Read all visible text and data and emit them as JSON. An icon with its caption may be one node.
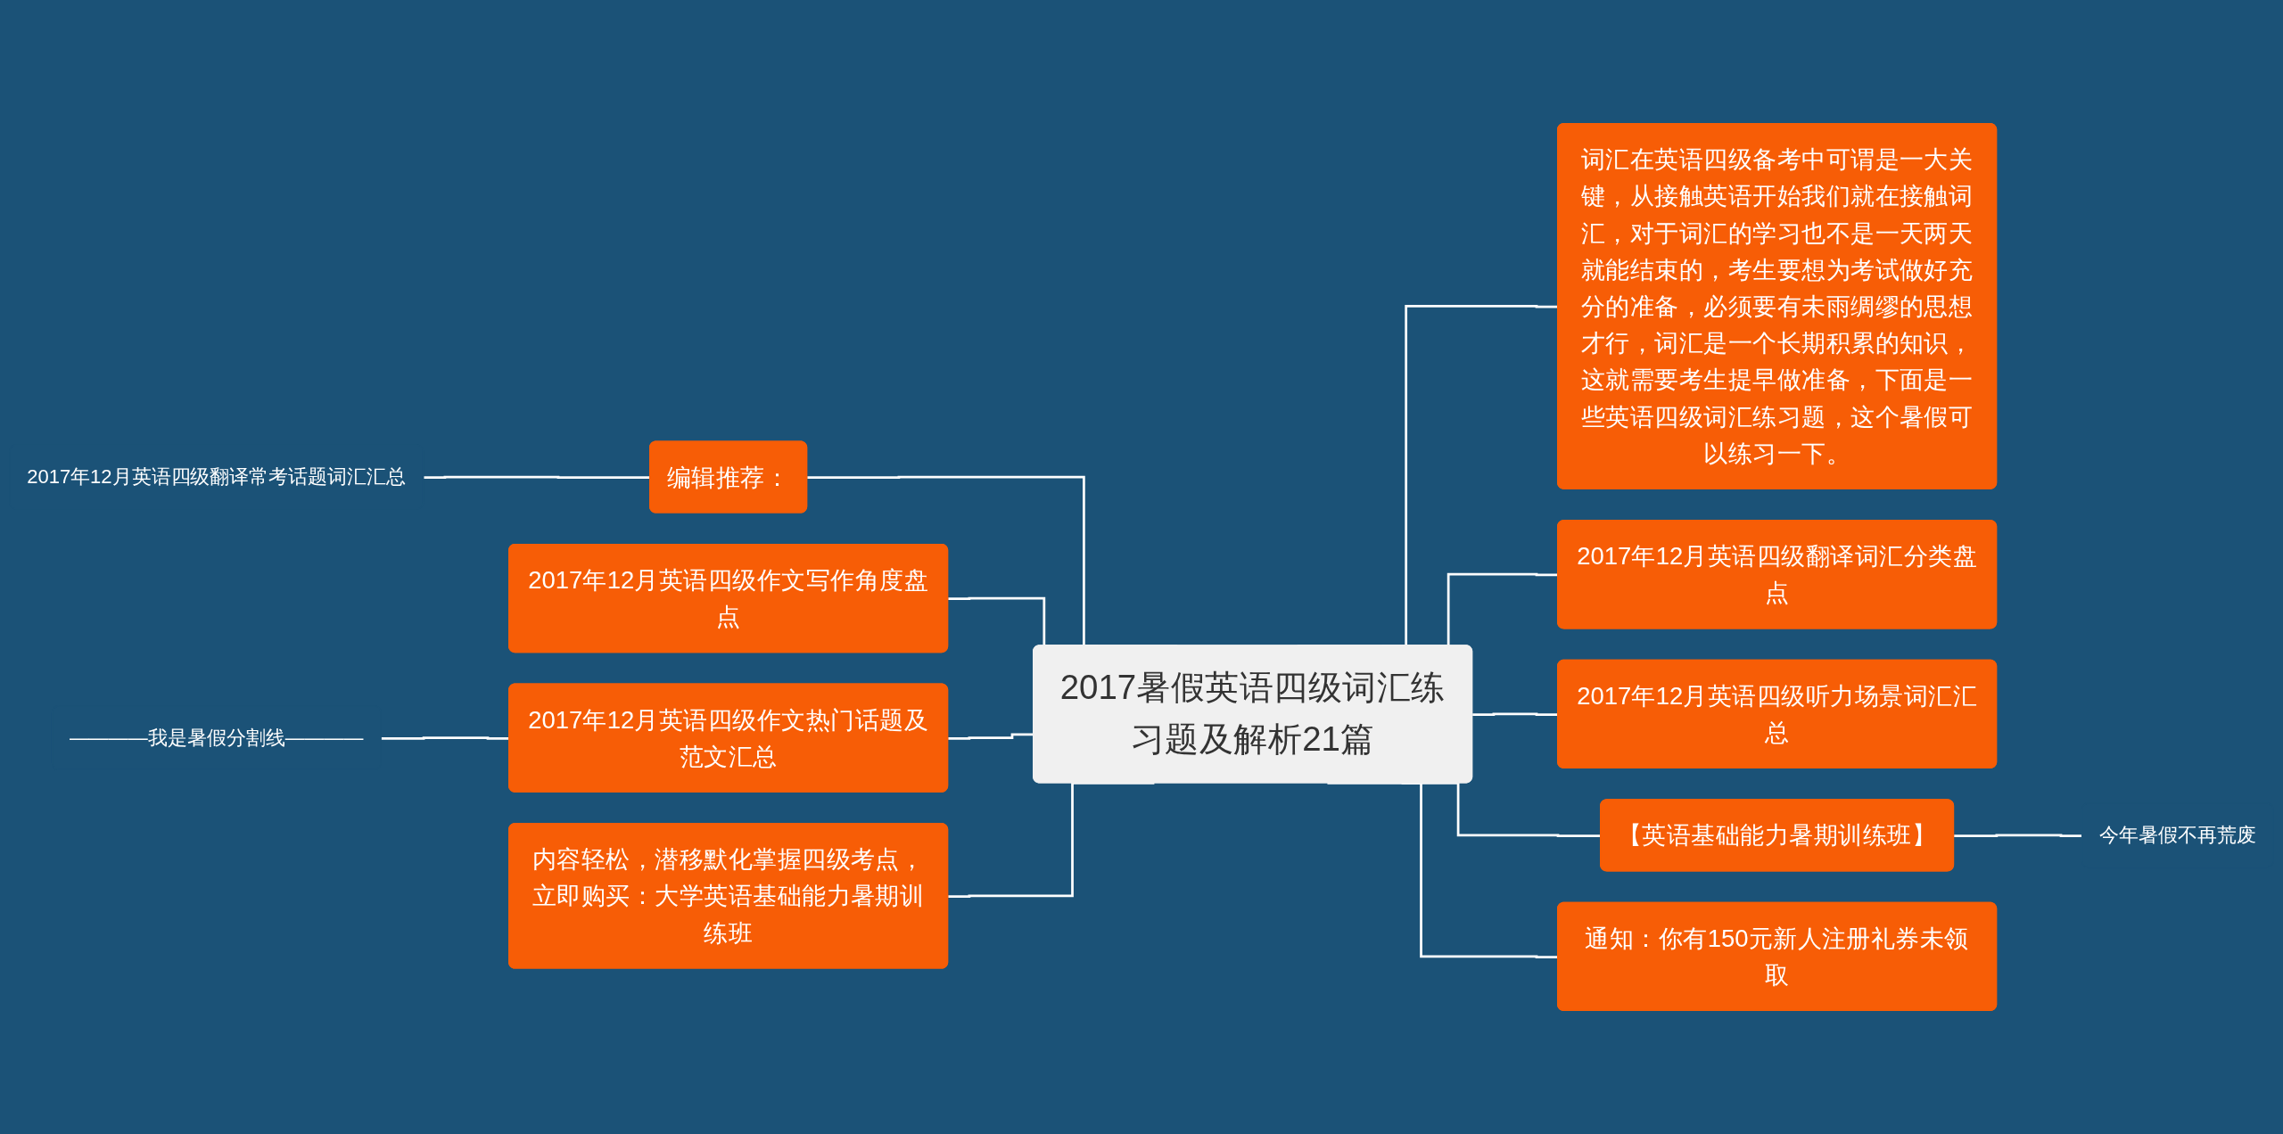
{
  "diagram": {
    "nodes": [
      {
        "text": [
          "2017暑假英语四级词汇练习题及解析21篇"
        ]
      },
      {
        "text": [
          "编辑推荐："
        ]
      },
      {
        "text": [
          "2017年12月英语四级翻译常考话题词汇汇总"
        ]
      },
      {
        "text": [
          "2017年12月英语四级作文写作角度盘点"
        ]
      },
      {
        "text": [
          "2017年12月英语四级作文热门话题及范文汇总"
        ]
      },
      {
        "text": [
          "————我是暑假分割线————"
        ]
      },
      {
        "text": [
          "内容轻松，潜移默化掌握四级考点，立即购买：大学英语基础能力暑期训练班"
        ]
      },
      {
        "text": [
          "词汇在英语四级备考中可谓是一大关键，从接触英语开始我们就在接触词汇，对于词汇的学习也不是一天两天就能结束的，考生要想为考试做好充分的准备，必须要有未雨绸缪的思想才行，词汇是一个长期积累的知识，这就需要考生提早做准备，下面是一些英语四级词汇练习题，这个暑假可以练习一下。"
        ]
      },
      {
        "text": [
          "2017年12月英语四级翻译词汇分类盘点"
        ]
      },
      {
        "text": [
          "2017年12月英语四级听力场景词汇汇总"
        ]
      },
      {
        "text": [
          "【英语基础能力暑期训练班】"
        ]
      },
      {
        "text": [
          "今年暑假不再荒废"
        ]
      },
      {
        "text": [
          "通知：你有150元新人注册礼券未领取"
        ]
      }
    ],
    "edges": [
      {
        "from": 2,
        "to": 1,
        "arrow": "none"
      },
      {
        "from": 1,
        "to": 0,
        "arrow": "none"
      },
      {
        "from": 3,
        "to": 0,
        "arrow": "none"
      },
      {
        "from": 5,
        "to": 4,
        "arrow": "none"
      },
      {
        "from": 4,
        "to": 0,
        "arrow": "none"
      },
      {
        "from": 6,
        "to": 0,
        "arrow": "none"
      },
      {
        "from": 0,
        "to": 7,
        "arrow": "none"
      },
      {
        "from": 0,
        "to": 8,
        "arrow": "none"
      },
      {
        "from": 0,
        "to": 9,
        "arrow": "none"
      },
      {
        "from": 0,
        "to": 10,
        "arrow": "none"
      },
      {
        "from": 10,
        "to": 11,
        "arrow": "none"
      },
      {
        "from": 0,
        "to": 12,
        "arrow": "none"
      }
    ]
  }
}
